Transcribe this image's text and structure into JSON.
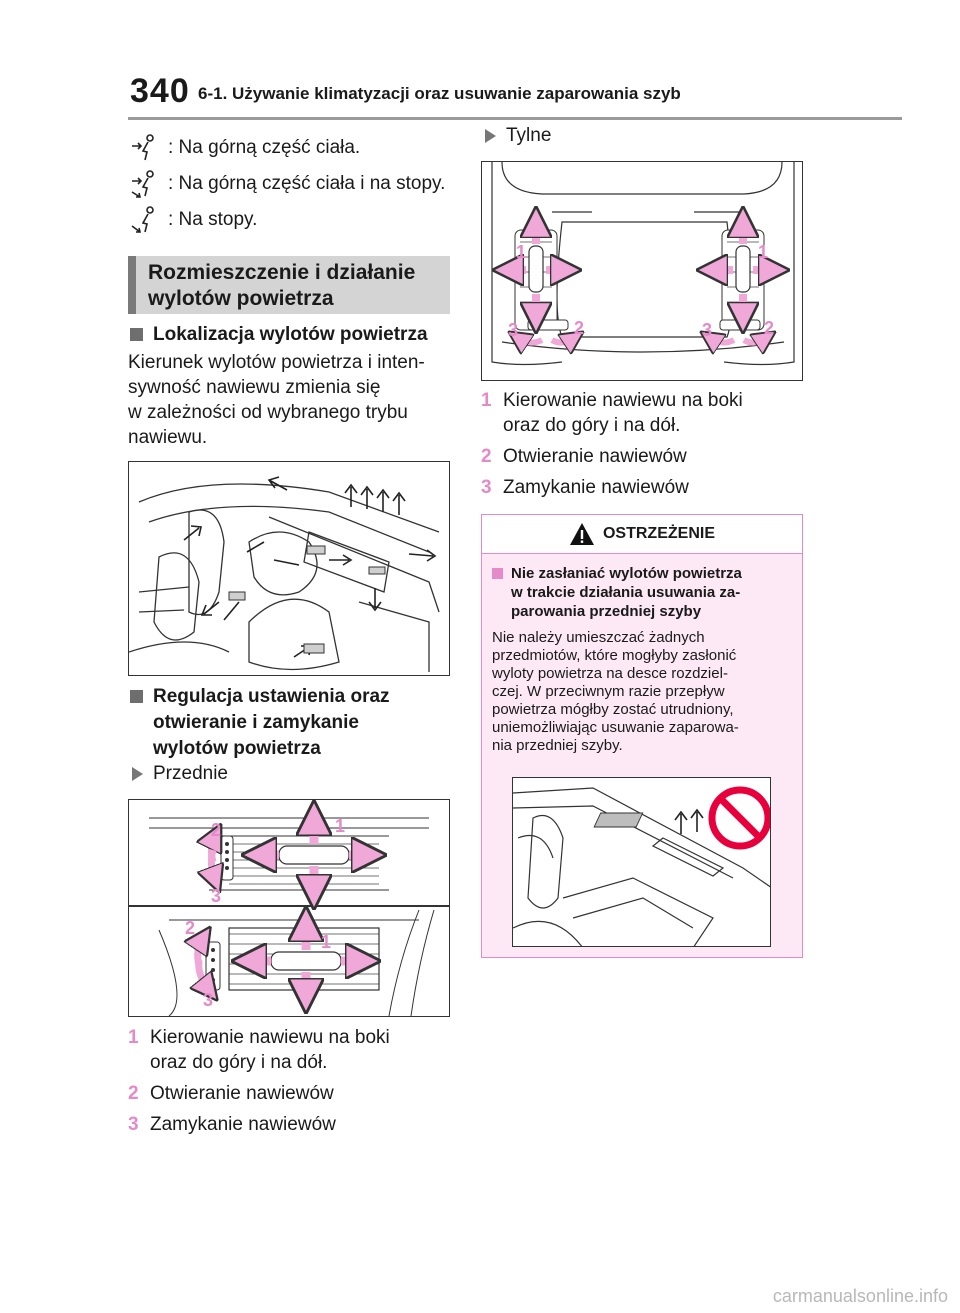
{
  "header": {
    "page_number": "340",
    "title": "6-1. Używanie klimatyzacji oraz usuwanie zaparowania szyb"
  },
  "modes": [
    {
      "icon": "upper-body-airflow-icon",
      "label": ": Na górną część ciała."
    },
    {
      "icon": "upper-body-and-feet-airflow-icon",
      "label": ": Na górną część ciała i na stopy."
    },
    {
      "icon": "feet-airflow-icon",
      "label": ": Na stopy."
    }
  ],
  "section": {
    "title_line1": "Rozmieszczenie i działanie",
    "title_line2": "wylotów powietrza"
  },
  "location": {
    "heading": "Lokalizacja wylotów powietrza",
    "text_lines": [
      "Kierunek wylotów powietrza i inten-",
      "sywność nawiewu zmienia się",
      "w zależności od wybranego trybu",
      "nawiewu."
    ]
  },
  "adjust": {
    "heading_lines": [
      "Regulacja ustawienia oraz",
      "otwieranie i zamykanie",
      "wylotów powietrza"
    ],
    "front_label": "Przednie",
    "rear_label": "Tylne"
  },
  "callouts": {
    "c1": "1",
    "c2": "2",
    "c3": "3"
  },
  "front_items": [
    {
      "n": "1",
      "lines": [
        "Kierowanie nawiewu na boki",
        "oraz do góry i na dół."
      ]
    },
    {
      "n": "2",
      "lines": [
        "Otwieranie nawiewów"
      ]
    },
    {
      "n": "3",
      "lines": [
        "Zamykanie nawiewów"
      ]
    }
  ],
  "rear_items": [
    {
      "n": "1",
      "lines": [
        "Kierowanie nawiewu na boki",
        "oraz do góry i na dół."
      ]
    },
    {
      "n": "2",
      "lines": [
        "Otwieranie nawiewów"
      ]
    },
    {
      "n": "3",
      "lines": [
        "Zamykanie nawiewów"
      ]
    }
  ],
  "warning": {
    "title": "OSTRZEŻENIE",
    "sub_lines": [
      "Nie zasłaniać wylotów powietrza",
      "w trakcie działania usuwania za-",
      "parowania przedniej szyby"
    ],
    "text_lines": [
      "Nie należy umieszczać żadnych",
      "przedmiotów, które mogłyby zasłonić",
      "wyloty powietrza na desce rozdziel-",
      "czej. W przeciwnym razie przepływ",
      "powietrza mógłby zostać utrudniony,",
      "uniemożliwiając usuwanie zaparowa-",
      "nia przedniej szyby."
    ]
  },
  "watermark": "carmanualsonline.info",
  "colors": {
    "accent_pink": "#e58ac9",
    "warning_bg": "#fde9f5",
    "section_bg": "#d4d4d4"
  }
}
